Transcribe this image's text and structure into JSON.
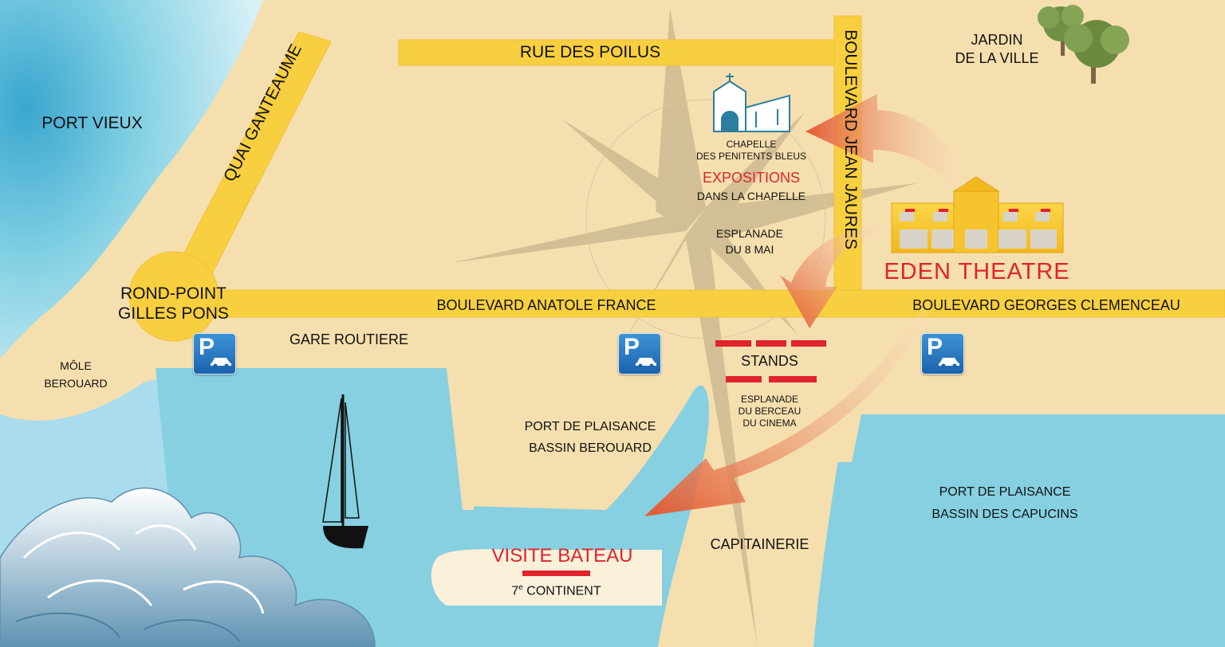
{
  "colors": {
    "sea": "#7fcfe3",
    "sea_deep": "#2a9cc6",
    "land": "#f6dfae",
    "road": "#f8cf3f",
    "accent_red": "#e0232c",
    "arrow": "#e2592f",
    "parking": "#1f6fb8"
  },
  "roads": {
    "rue_poilus": "RUE DES POILUS",
    "quai_ganteaume": "QUAI GANTEAUME",
    "bd_jean_jaures": "BOULEVARD JEAN JAURES",
    "bd_anatole_france": "BOULEVARD ANATOLE FRANCE",
    "bd_georges_clemenceau": "BOULEVARD GEORGES CLEMENCEAU"
  },
  "places": {
    "port_vieux": "PORT VIEUX",
    "jardin_line1": "JARDIN",
    "jardin_line2": "DE LA VILLE",
    "rond_point_line1": "ROND-POINT",
    "rond_point_line2": "GILLES PONS",
    "mole_line1": "MÔLE",
    "mole_line2": "BEROUARD",
    "gare_routiere": "GARE ROUTIERE",
    "chapelle_line1": "CHAPELLE",
    "chapelle_line2": "DES PENITENTS BLEUS",
    "expositions": "EXPOSITIONS",
    "dans_chapelle": "DANS LA CHAPELLE",
    "esplanade_8mai_line1": "ESPLANADE",
    "esplanade_8mai_line2": "DU 8 MAI",
    "eden_theatre": "EDEN  THEATRE",
    "stands": "STANDS",
    "berceau_line1": "ESPLANADE",
    "berceau_line2": "DU BERCEAU",
    "berceau_line3": "DU CINEMA",
    "plaisance_berouard_line1": "PORT DE PLAISANCE",
    "plaisance_berouard_line2": "BASSIN BEROUARD",
    "plaisance_capucins_line1": "PORT DE PLAISANCE",
    "plaisance_capucins_line2": "BASSIN DES CAPUCINS",
    "capitainerie": "CAPITAINERIE",
    "visite_bateau": "VISITE BATEAU",
    "septieme_num": "7",
    "septieme_sup": "e",
    "septieme_rest": " CONTINENT"
  },
  "parking": {
    "symbol": "P"
  },
  "icons": {
    "chapel": "chapel-icon",
    "theatre": "theatre-building-icon",
    "trees": "tree-icon",
    "boat": "sailboat-icon",
    "waves": "wave-icon",
    "compass": "compass-rose-icon",
    "arrows": "arrow-icon"
  }
}
